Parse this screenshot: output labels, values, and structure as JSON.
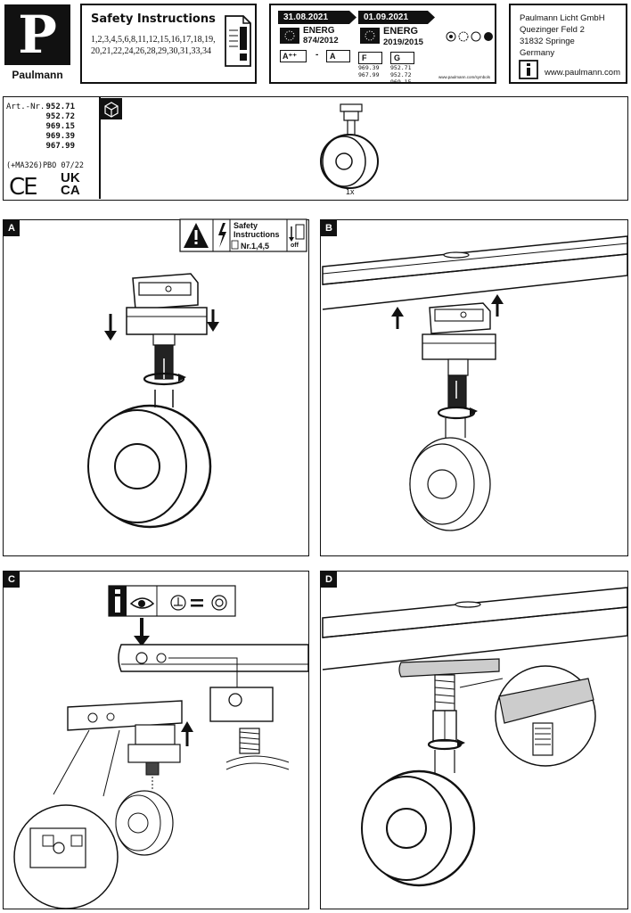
{
  "header": {
    "brand": "Paulmann",
    "logo_letter": "P",
    "safety": {
      "title": "Safety  Instructions",
      "numbers": "1,2,3,4,5,6,8,11,12,15,16,17,18,19, 20,21,22,24,26,28,29,30,31,33,34"
    },
    "energy": {
      "left": {
        "date": "31.08.2021",
        "label": "ENERG",
        "regulation": "874/2012",
        "class_from": "A⁺⁺",
        "dash": "-",
        "class_to": "A"
      },
      "right": {
        "date": "01.09.2021",
        "label": "ENERG",
        "regulation": "2019/2015",
        "class_from": "F",
        "class_to": "G",
        "items_f": [
          "969.39",
          "967.99"
        ],
        "items_g": [
          "952.71",
          "952.72",
          "969.15"
        ]
      },
      "url": "www.paulmann.com/symbols"
    },
    "company": {
      "lines": [
        "Paulmann Licht GmbH",
        "Quezinger Feld 2",
        "31832 Springe",
        "Germany"
      ],
      "website": "www.paulmann.com"
    }
  },
  "article": {
    "label": "Art.-Nr.:",
    "numbers": [
      "952.71",
      "952.72",
      "969.15",
      "969.39",
      "967.99"
    ],
    "code": "(+MA326)PBO 07/22",
    "ce": "CE",
    "ukca_top": "UK",
    "ukca_bottom": "CA",
    "quantity": "1x"
  },
  "panels": {
    "a": {
      "letter": "A",
      "safety_title": "Safety Instructions",
      "safety_nr": "Nr.1,4,5",
      "off_label": "off"
    },
    "b": {
      "letter": "B"
    },
    "c": {
      "letter": "C"
    },
    "d": {
      "letter": "D"
    }
  }
}
